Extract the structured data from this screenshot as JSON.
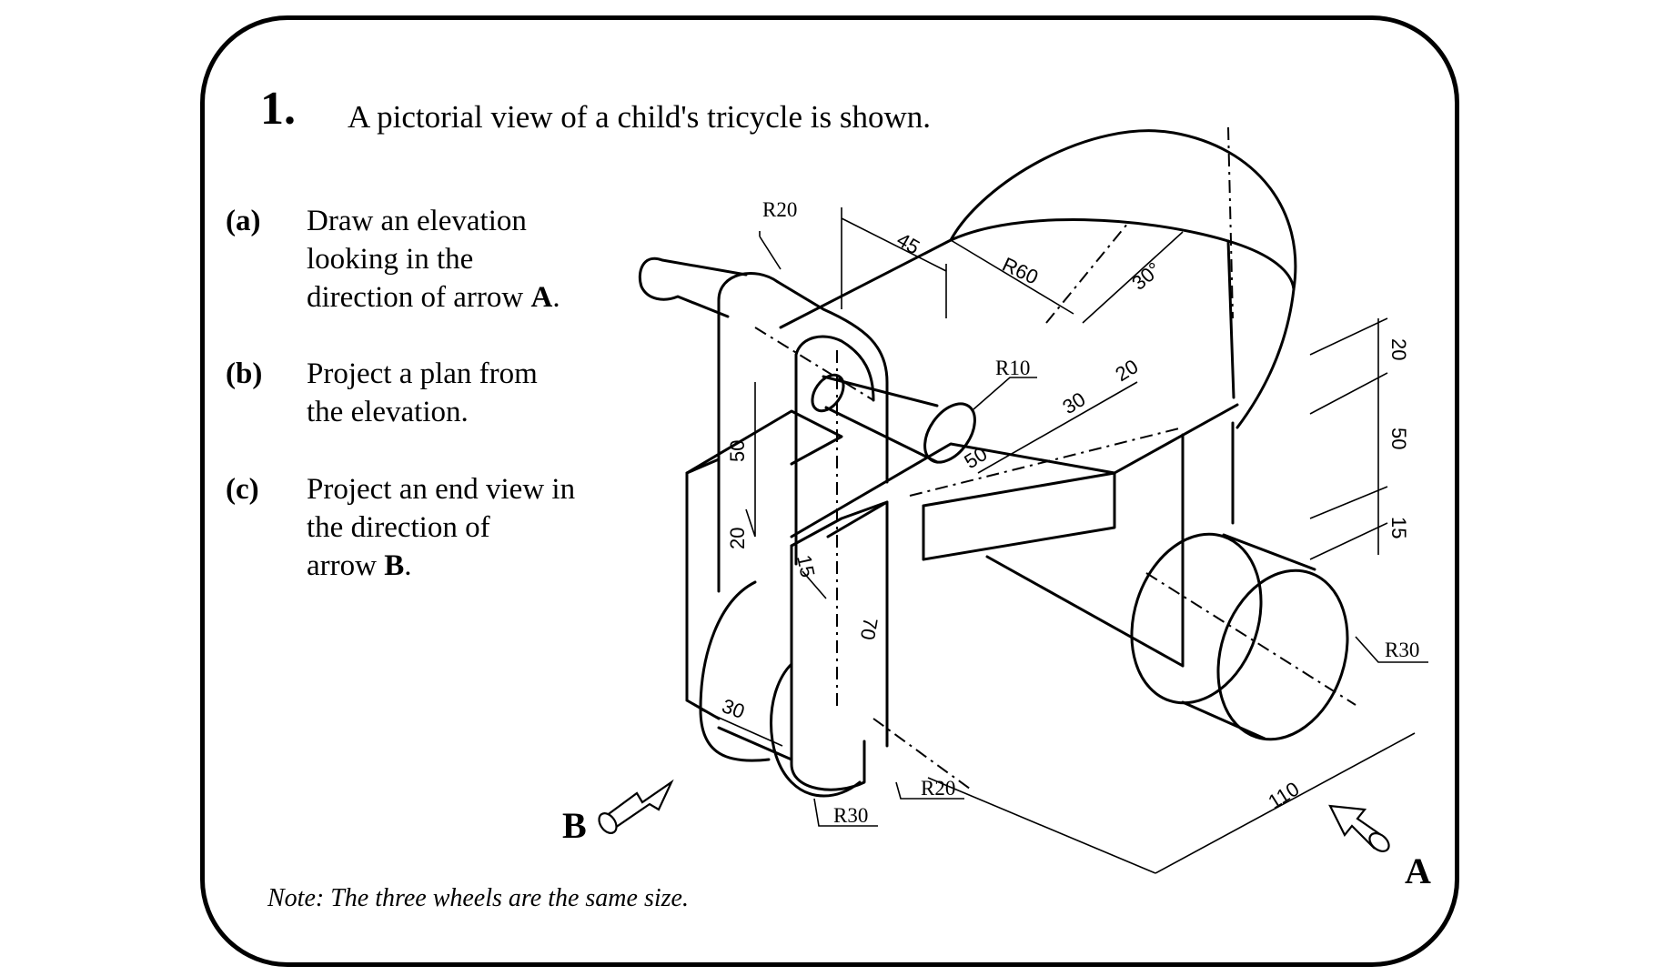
{
  "question": {
    "number": "1.",
    "text": "A pictorial view of a child's tricycle is shown."
  },
  "parts": [
    {
      "label": "(a)",
      "lines": [
        "Draw an elevation",
        "looking in the",
        "direction of arrow "
      ],
      "emph": "A",
      "tail": "."
    },
    {
      "label": "(b)",
      "lines": [
        "Project a plan from",
        "the elevation."
      ]
    },
    {
      "label": "(c)",
      "lines": [
        "Project an end view in",
        "the direction of",
        "arrow "
      ],
      "emph": "B",
      "tail": "."
    }
  ],
  "note": "Note:  The three wheels are the same size.",
  "arrows": {
    "a_label": "A",
    "b_label": "B"
  },
  "dimensions": {
    "r20_top": "R20",
    "d45": "45",
    "r60": "R60",
    "angle30": "30°",
    "r10": "R10",
    "d30_mid": "30",
    "d20_mid": "20",
    "d50_handle": "50",
    "d50_post": "50",
    "d20_post": "20",
    "d15_post": "15",
    "d70": "70",
    "d30_wheel": "30",
    "r20_bottom": "R20",
    "r30_bottom": "R30",
    "r30_right": "R30",
    "d110": "110",
    "d20_right": "20",
    "d50_right": "50",
    "d15_right": "15"
  }
}
